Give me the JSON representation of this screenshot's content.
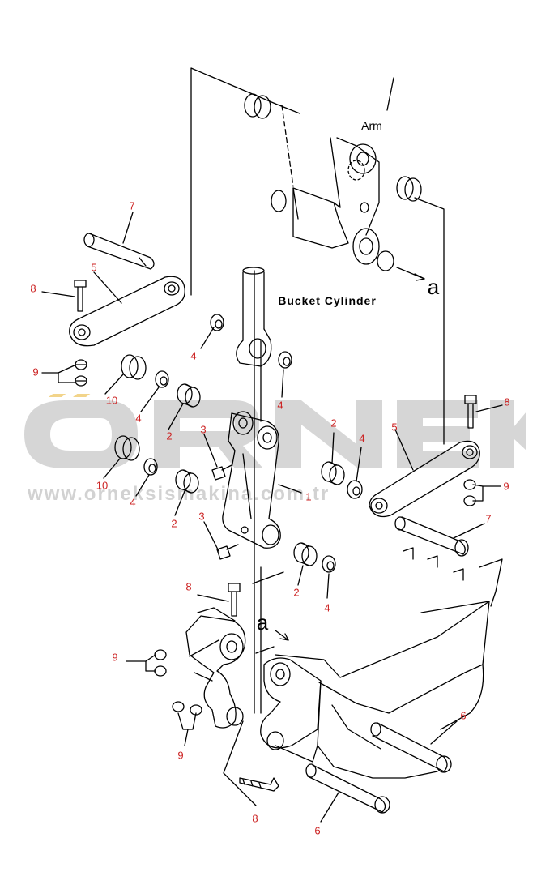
{
  "diagram": {
    "names": {
      "arm": "Arm",
      "bucket_cylinder": "Bucket Cylinder",
      "view_marker": "a"
    },
    "callouts": [
      {
        "id": "c7a",
        "text": "7"
      },
      {
        "id": "c5a",
        "text": "5"
      },
      {
        "id": "c8a",
        "text": "8"
      },
      {
        "id": "c9a",
        "text": "9"
      },
      {
        "id": "c10a",
        "text": "10"
      },
      {
        "id": "c4a",
        "text": "4"
      },
      {
        "id": "c4b",
        "text": "4"
      },
      {
        "id": "c4c",
        "text": "4"
      },
      {
        "id": "c2a",
        "text": "2"
      },
      {
        "id": "c3a",
        "text": "3"
      },
      {
        "id": "c10b",
        "text": "10"
      },
      {
        "id": "c4d",
        "text": "4"
      },
      {
        "id": "c2b",
        "text": "2"
      },
      {
        "id": "c3b",
        "text": "3"
      },
      {
        "id": "c1",
        "text": "1"
      },
      {
        "id": "c2c",
        "text": "2"
      },
      {
        "id": "c4e",
        "text": "4"
      },
      {
        "id": "c5b",
        "text": "5"
      },
      {
        "id": "c8b",
        "text": "8"
      },
      {
        "id": "c9b",
        "text": "9"
      },
      {
        "id": "c7b",
        "text": "7"
      },
      {
        "id": "c2d",
        "text": "2"
      },
      {
        "id": "c4f",
        "text": "4"
      },
      {
        "id": "c8c",
        "text": "8"
      },
      {
        "id": "c9c",
        "text": "9"
      },
      {
        "id": "c9d",
        "text": "9"
      },
      {
        "id": "c6a",
        "text": "6"
      },
      {
        "id": "c8d",
        "text": "8"
      },
      {
        "id": "c6b",
        "text": "6"
      }
    ]
  },
  "watermark": {
    "logo": "ÖRNEK",
    "url": "www.orneksismakina.com.tr"
  },
  "colors": {
    "callout": "#cc2222",
    "line": "#000000",
    "watermark": "#d2d2d2",
    "watermark_accent": "#f2d48a"
  }
}
